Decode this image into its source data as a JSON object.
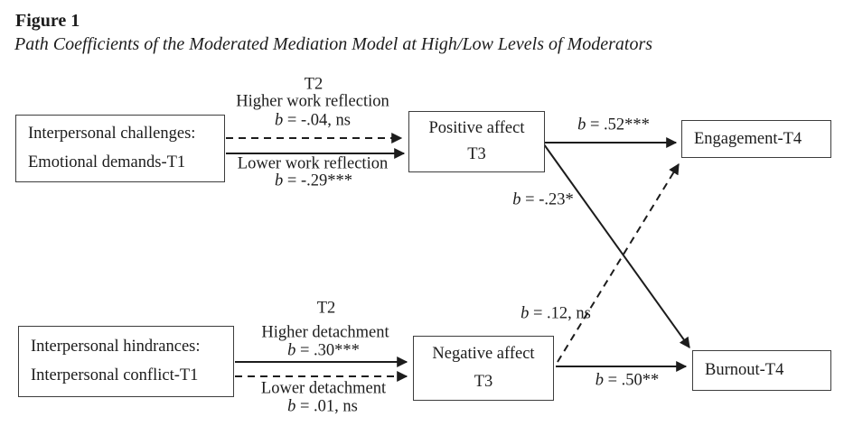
{
  "figure": {
    "label": "Figure 1",
    "caption": "Path Coefficients of the Moderated Mediation Model at High/Low Levels of Moderators"
  },
  "boxes": {
    "emotional_demands": {
      "line1": "Interpersonal challenges:",
      "line2": "Emotional demands-T1"
    },
    "positive_affect": {
      "line1": "Positive affect",
      "line2": "T3"
    },
    "engagement": {
      "label": "Engagement-T4"
    },
    "interpersonal_conflict": {
      "line1": "Interpersonal hindrances:",
      "line2": "Interpersonal conflict-T1"
    },
    "negative_affect": {
      "line1": "Negative affect",
      "line2": "T3"
    },
    "burnout": {
      "label": "Burnout-T4"
    }
  },
  "moderators": {
    "work_reflection": {
      "time": "T2",
      "high": {
        "label": "Higher work reflection",
        "coef": {
          "var": "b",
          "rest": " = -.04, ns"
        }
      },
      "low": {
        "label": "Lower work reflection",
        "coef": {
          "var": "b",
          "rest": " = -.29***"
        }
      }
    },
    "detachment": {
      "time": "T2",
      "high": {
        "label": "Higher detachment",
        "coef": {
          "var": "b",
          "rest": " = .30***"
        }
      },
      "low": {
        "label": "Lower detachment",
        "coef": {
          "var": "b",
          "rest": " = .01, ns"
        }
      }
    }
  },
  "direct_paths": {
    "positive_affect_to_engagement": {
      "var": "b",
      "rest": " = .52***"
    },
    "positive_affect_to_burnout": {
      "var": "b",
      "rest": " = -.23*"
    },
    "negative_affect_to_engagement": {
      "var": "b",
      "rest": " = .12, ns"
    },
    "negative_affect_to_burnout": {
      "var": "b",
      "rest": " = .50**"
    }
  },
  "colors": {
    "line": "#1c1c1c",
    "text": "#1c1c1c",
    "background": "#ffffff",
    "box_border": "#3d3d3d"
  }
}
